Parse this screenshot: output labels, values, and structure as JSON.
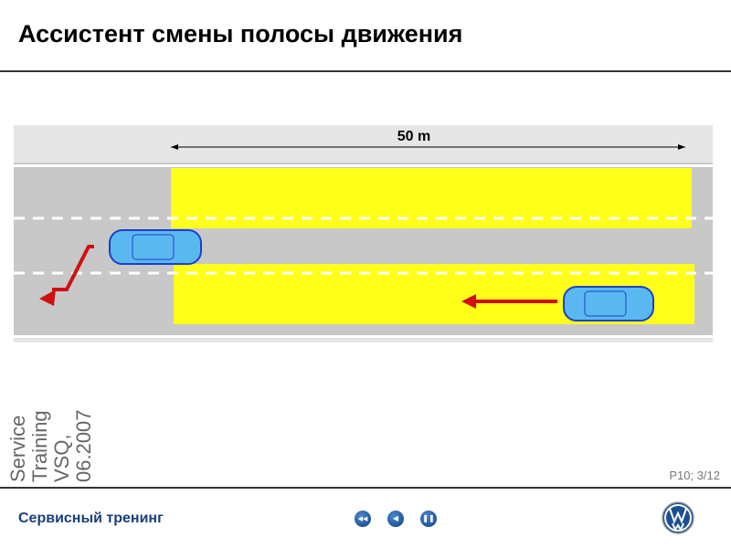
{
  "header": {
    "title": "Ассистент смены полосы движения"
  },
  "diagram": {
    "distance_label": "50 m",
    "zone_color": "#ffff1a",
    "car_color": "#5ab8f0",
    "arrow_color": "#d01010"
  },
  "footer": {
    "page": "P10; 3/12",
    "side_text": [
      "Service",
      "Training",
      "VSQ,",
      "06.2007"
    ],
    "brand": "Сервисный тренинг",
    "logo": "VW",
    "nav": [
      {
        "icon": "rewind-icon",
        "glyph": "◀◀"
      },
      {
        "icon": "back-icon",
        "glyph": "◀"
      },
      {
        "icon": "pause-icon",
        "glyph": "❚❚"
      }
    ]
  }
}
